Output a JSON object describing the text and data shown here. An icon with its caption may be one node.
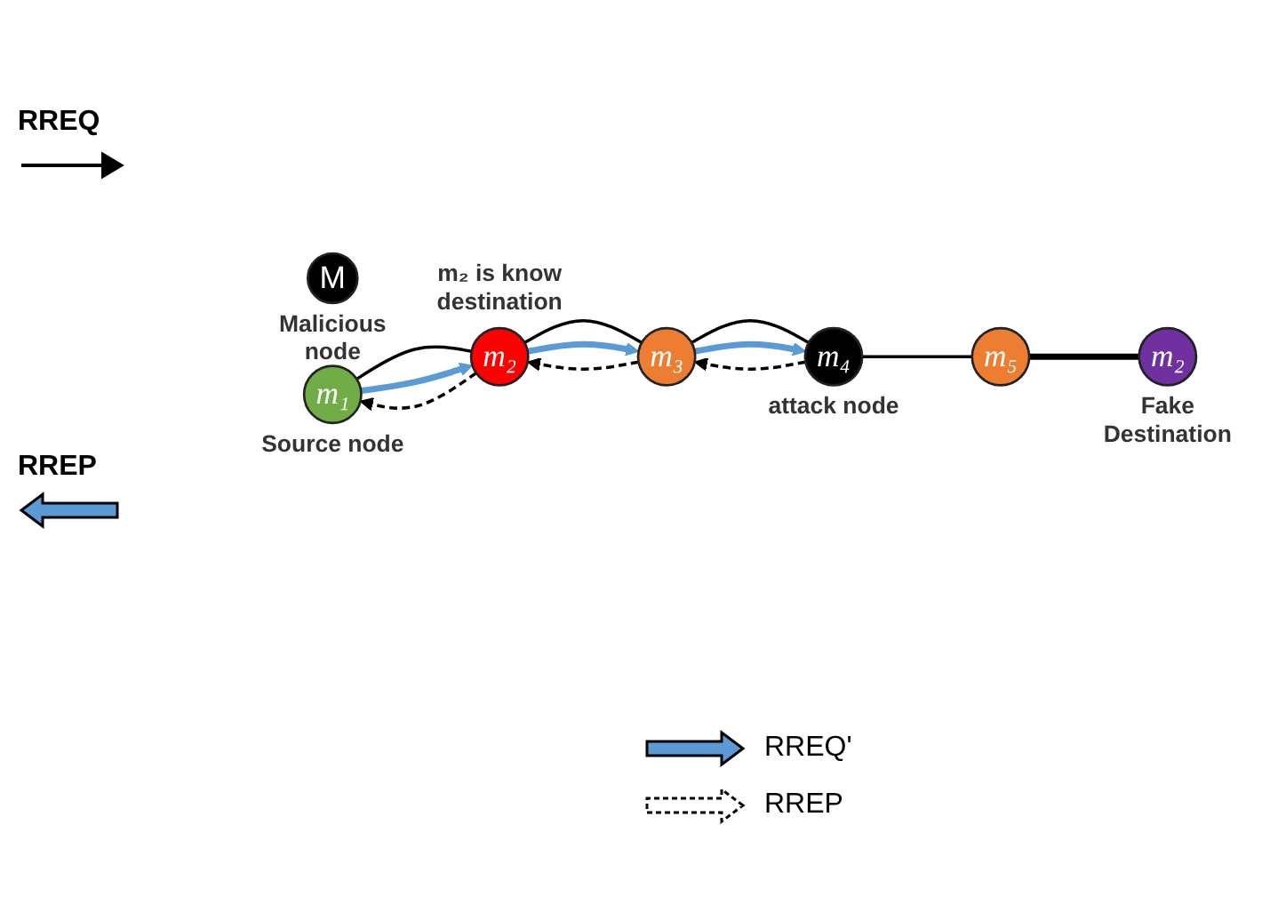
{
  "diagram": {
    "nodes": [
      {
        "text": [
          "M"
        ],
        "beside": [
          "Malicious node"
        ]
      },
      {
        "text": [
          "m₁"
        ],
        "beside": [
          "Source node"
        ]
      },
      {
        "text": [
          "m₂"
        ],
        "beside": [
          "m₂ is know destination"
        ]
      },
      {
        "text": [
          "m₃"
        ]
      },
      {
        "text": [
          "m₄"
        ],
        "beside": [
          "attack node"
        ]
      },
      {
        "text": [
          "m₅"
        ]
      },
      {
        "text": [
          "m₂"
        ],
        "beside": [
          "Fake Destination"
        ]
      }
    ],
    "edges": [
      {
        "from": 1,
        "to": 2,
        "arrow": "none"
      },
      {
        "from": 1,
        "to": 2,
        "arrow": "to",
        "style": "thick",
        "color": "#5b9bd5"
      },
      {
        "from": 2,
        "to": 1,
        "arrow": "to",
        "style": "dashed"
      },
      {
        "from": 2,
        "to": 3,
        "arrow": "none"
      },
      {
        "from": 2,
        "to": 3,
        "arrow": "to",
        "style": "thick",
        "color": "#5b9bd5"
      },
      {
        "from": 3,
        "to": 2,
        "arrow": "to",
        "style": "dashed"
      },
      {
        "from": 3,
        "to": 4,
        "arrow": "none"
      },
      {
        "from": 3,
        "to": 4,
        "arrow": "to",
        "style": "thick",
        "color": "#5b9bd5"
      },
      {
        "from": 4,
        "to": 3,
        "arrow": "to",
        "style": "dashed"
      },
      {
        "from": 4,
        "to": 5,
        "arrow": "none"
      },
      {
        "from": 5,
        "to": 6,
        "arrow": "none",
        "style": "thick"
      }
    ],
    "legend": [
      {
        "text": "RREQ"
      },
      {
        "text": "RREP"
      },
      {
        "text": "RREQ'"
      },
      {
        "text": "RREP"
      }
    ]
  }
}
